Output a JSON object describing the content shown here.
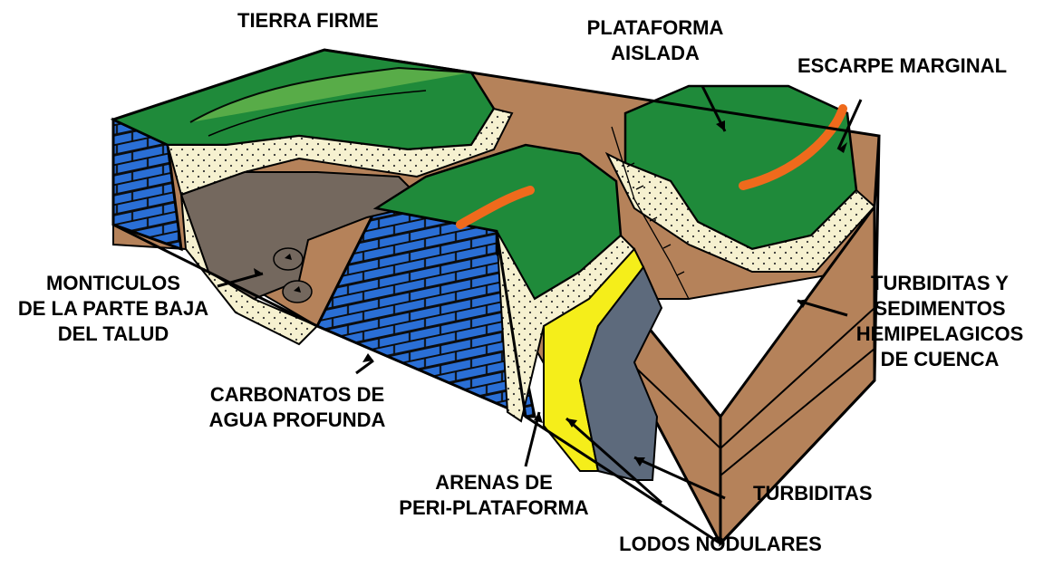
{
  "diagram": {
    "labels": {
      "tierra_firme": "TIERRA FIRME",
      "plataforma_aislada": [
        "PLATAFORMA",
        "AISLADA"
      ],
      "escarpe_marginal": "ESCARPE MARGINAL",
      "monticulos": [
        "MONTICULOS",
        "DE LA PARTE BAJA",
        "DEL TALUD"
      ],
      "turbiditas_sedimentos": [
        "TURBIDITAS Y",
        "SEDIMENTOS",
        "HEMIPELAGICOS",
        "DE CUENCA"
      ],
      "carbonatos": [
        "CARBONATOS DE",
        "AGUA PROFUNDA"
      ],
      "arenas": [
        "ARENAS DE",
        "PERI-PLATAFORMA"
      ],
      "turbiditas": "TURBIDITAS",
      "lodos": "LODOS NODULARES"
    },
    "colors": {
      "platform_green": "#1f8a3a",
      "platform_light_green": "#5fb04a",
      "basin_brown": "#b5825a",
      "sand_cream": "#f6f1d0",
      "carbonate_blue": "#2a6fd6",
      "slope_yellow": "#f5ee1a",
      "mud_gray": "#5d6a7c",
      "mound_gray": "#74685e",
      "channel_orange": "#ef6a1c"
    }
  }
}
